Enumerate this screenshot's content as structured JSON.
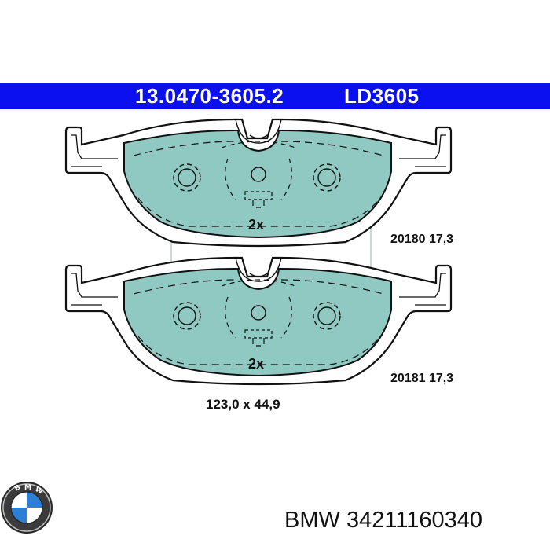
{
  "header": {
    "part_number": "13.0470-3605.2",
    "code": "LD3605"
  },
  "pads": [
    {
      "quantity": "2x",
      "spec": "20180 17,3"
    },
    {
      "quantity": "2x",
      "spec": "20181 17,3"
    }
  ],
  "dimensions": "123,0 x 44,9",
  "colors": {
    "banner": "#0a10f0",
    "pad_fill": "#8fc9c1",
    "outline": "#111111"
  },
  "brand_logo_icon": "bmw-roundel-icon",
  "footer": {
    "brand": "BMW",
    "oem_number": "34211160340"
  }
}
